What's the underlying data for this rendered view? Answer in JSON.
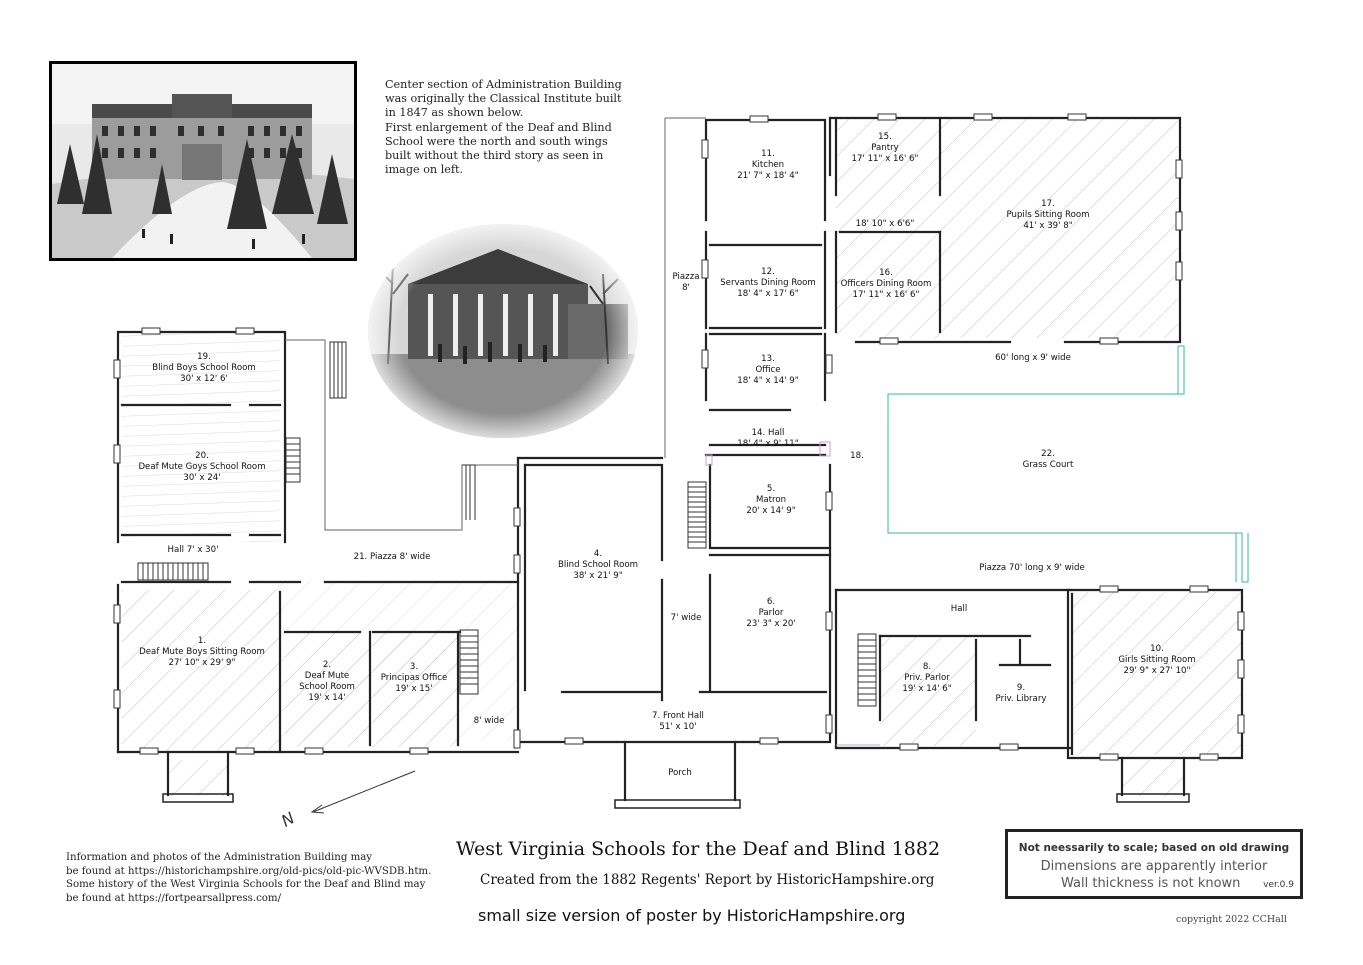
{
  "intro_lines": [
    "Center section of Administration Building",
    "was originally the Classical Institute built",
    "in 1847 as shown below.",
    "First enlargement of the Deaf and Blind",
    "School were the north and south wings",
    "built without the third story as seen in",
    "image on left."
  ],
  "rooms": {
    "r11": [
      "11.",
      "Kitchen",
      "21' 7\" x 18' 4\""
    ],
    "r15": [
      "15.",
      "Pantry",
      "17' 11\" x 16' 6\""
    ],
    "r17": [
      "17.",
      "Pupils Sitting Room",
      "41' x 39' 8\""
    ],
    "corr_15_16": [
      "18' 10\" x 6'6\""
    ],
    "piazza_left": [
      "Piazza",
      "8'"
    ],
    "r12": [
      "12.",
      "Servants Dining Room",
      "18' 4\" x 17' 6\""
    ],
    "r16": [
      "16.",
      "Officers Dining Room",
      "17' 11\" x 16' 6\""
    ],
    "r19": [
      "19.",
      "Blind Boys School Room",
      "30' x 12' 6'"
    ],
    "r13": [
      "13.",
      "Office",
      "18' 4\" x 14' 9\""
    ],
    "piazza_top": [
      "60' long x 9' wide"
    ],
    "r14": [
      "14.  Hall",
      "18' 4\" x 9' 11\""
    ],
    "r18": [
      "18."
    ],
    "r22": [
      "22.",
      "Grass Court"
    ],
    "r20": [
      "20.",
      "Deaf Mute Goys School Room",
      "30' x 24'"
    ],
    "r5": [
      "5.",
      "Matron",
      "20' x 14' 9\""
    ],
    "hall_left": [
      "Hall  7' x 30'"
    ],
    "r21": [
      "21.  Piazza  8' wide"
    ],
    "r4": [
      "4.",
      "Blind School Room",
      "38' x 21' 9\""
    ],
    "piazza_right": [
      "Piazza  70' long x 9' wide"
    ],
    "r6": [
      "6.",
      "Parlor",
      "23' 3\" x 20'"
    ],
    "hall_right": [
      "Hall"
    ],
    "wide7": [
      "7' wide"
    ],
    "r1": [
      "1.",
      "Deaf Mute Boys Sitting Room",
      "27' 10\" x 29' 9\""
    ],
    "r2": [
      "2.",
      "Deaf Mute",
      "School Room",
      "19' x 14'"
    ],
    "r3": [
      "3.",
      "Principas Office",
      "19' x 15'"
    ],
    "r8": [
      "8.",
      "Priv. Parlor",
      "19' x 14' 6\""
    ],
    "r10": [
      "10.",
      "Girls Sitting Room",
      "29' 9\" x 27' 10\""
    ],
    "r9": [
      "9.",
      "Priv. Library"
    ],
    "wide8": [
      "8' wide"
    ],
    "r7": [
      "7.  Front Hall",
      "51' x 10'"
    ],
    "porch": [
      "Porch"
    ]
  },
  "north_symbol": "N",
  "title": "West Virginia Schools for the Deaf and Blind 1882",
  "subtitle": "Created from the 1882 Regents' Report by HistoricHampshire.org",
  "poster": "small size version of poster by HistoricHampshire.org",
  "info_lines": [
    "Information and photos of the Administration Building may",
    "be found at https://historichampshire.org/old-pics/old-pic-WVSDB.htm.",
    "Some history of the West Virginia Schools for the Deaf and Blind may",
    "be found at https://fortpearsallpress.com/"
  ],
  "note": {
    "line1": "Not neessarily to scale; based on old drawing",
    "line2": "Dimensions are apparently interior",
    "line3": "Wall thickness is not known",
    "version": "ver.0.9"
  },
  "copyright": "copyright 2022 CCHall"
}
